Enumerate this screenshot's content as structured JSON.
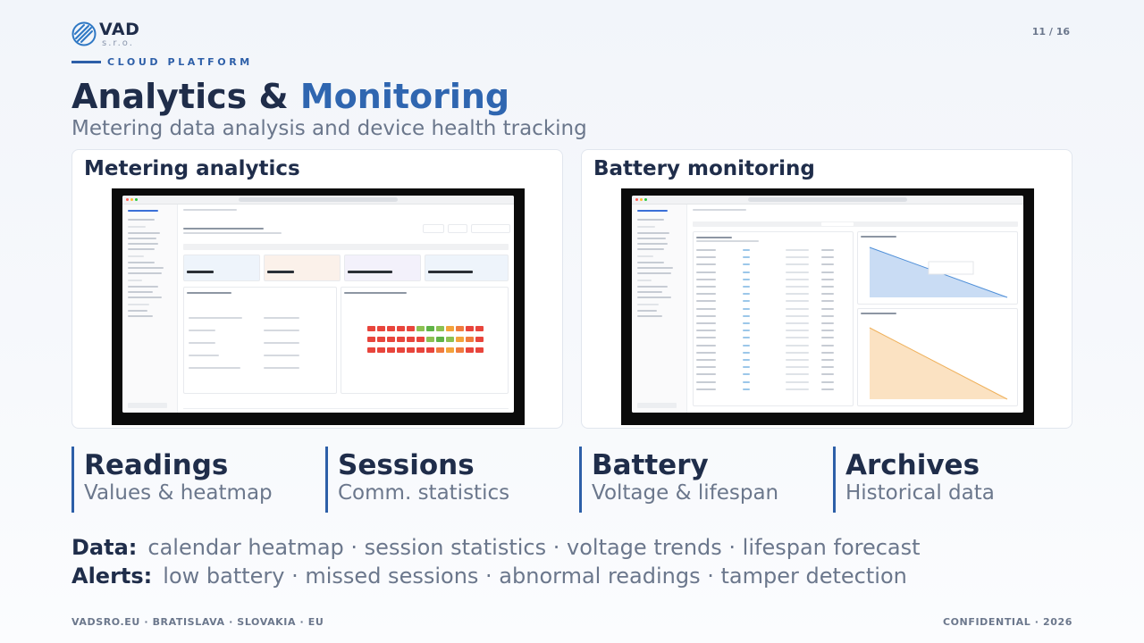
{
  "brand": {
    "name": "VAD",
    "suffix": "s.r.o.",
    "platform": "CLOUD PLATFORM",
    "color": "#2d5fa8"
  },
  "page": {
    "indicator": "11 / 16"
  },
  "heading": {
    "title_main": "Analytics & ",
    "title_accent": "Monitoring",
    "accent_color": "#2f66b0",
    "subtitle": "Metering data analysis and device health tracking"
  },
  "cards": [
    {
      "title": "Metering analytics"
    },
    {
      "title": "Battery monitoring"
    }
  ],
  "features": [
    {
      "title": "Readings",
      "subtitle": "Values & heatmap"
    },
    {
      "title": "Sessions",
      "subtitle": "Comm. statistics"
    },
    {
      "title": "Battery",
      "subtitle": "Voltage & lifespan"
    },
    {
      "title": "Archives",
      "subtitle": "Historical data"
    }
  ],
  "info": {
    "data_label": "Data:",
    "data_value": "calendar heatmap · session statistics · voltage trends · lifespan forecast",
    "alerts_label": "Alerts:",
    "alerts_value": "low battery · missed sessions · abnormal readings · tamper detection"
  },
  "footer": {
    "left": "VADSRO.EU  ·  BRATISLAVA · SLOVAKIA · EU",
    "right": "CONFIDENTIAL  ·  2026"
  }
}
